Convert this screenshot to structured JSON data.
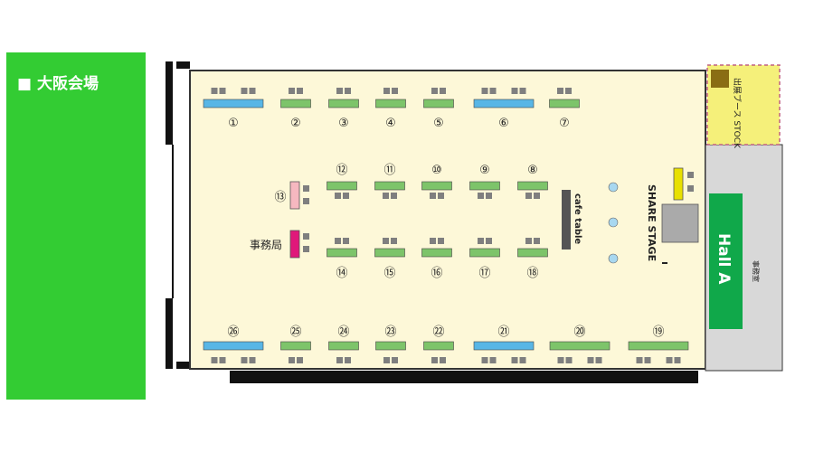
{
  "sidebar": {
    "title": "■ 大阪会場"
  },
  "labels": {
    "office": "事務局",
    "share_stage": "SHARE STAGE",
    "cafe_table": "cafe table",
    "hall_a": "Hall A",
    "stock": "出展ブース STOCK",
    "side_room": "事務室"
  },
  "booths": {
    "top": [
      "①",
      "②",
      "③",
      "④",
      "⑤",
      "⑥",
      "⑦"
    ],
    "mid_upper": [
      "⑫",
      "⑪",
      "⑩",
      "⑨",
      "⑧"
    ],
    "side": [
      "⑬"
    ],
    "mid_lower": [
      "⑭",
      "⑮",
      "⑯",
      "⑰",
      "⑱"
    ],
    "bottom": [
      "㉖",
      "㉕",
      "㉔",
      "㉓",
      "㉒",
      "㉑",
      "⑳",
      "⑲"
    ]
  },
  "colors": {
    "sidebar": "#33cc33",
    "floor": "#fdf8d8",
    "table_green": "#7dc46a",
    "table_blue": "#58b6e6",
    "chair": "#7f7f7f",
    "hall_a": "#10a84a",
    "stock": "#f5f07a",
    "office_table": "#e0187a",
    "booth13_table": "#f6b8c0",
    "stage_table": "#e8e000",
    "cafe_table": "#555555",
    "round_table": "#a8d8f0"
  }
}
